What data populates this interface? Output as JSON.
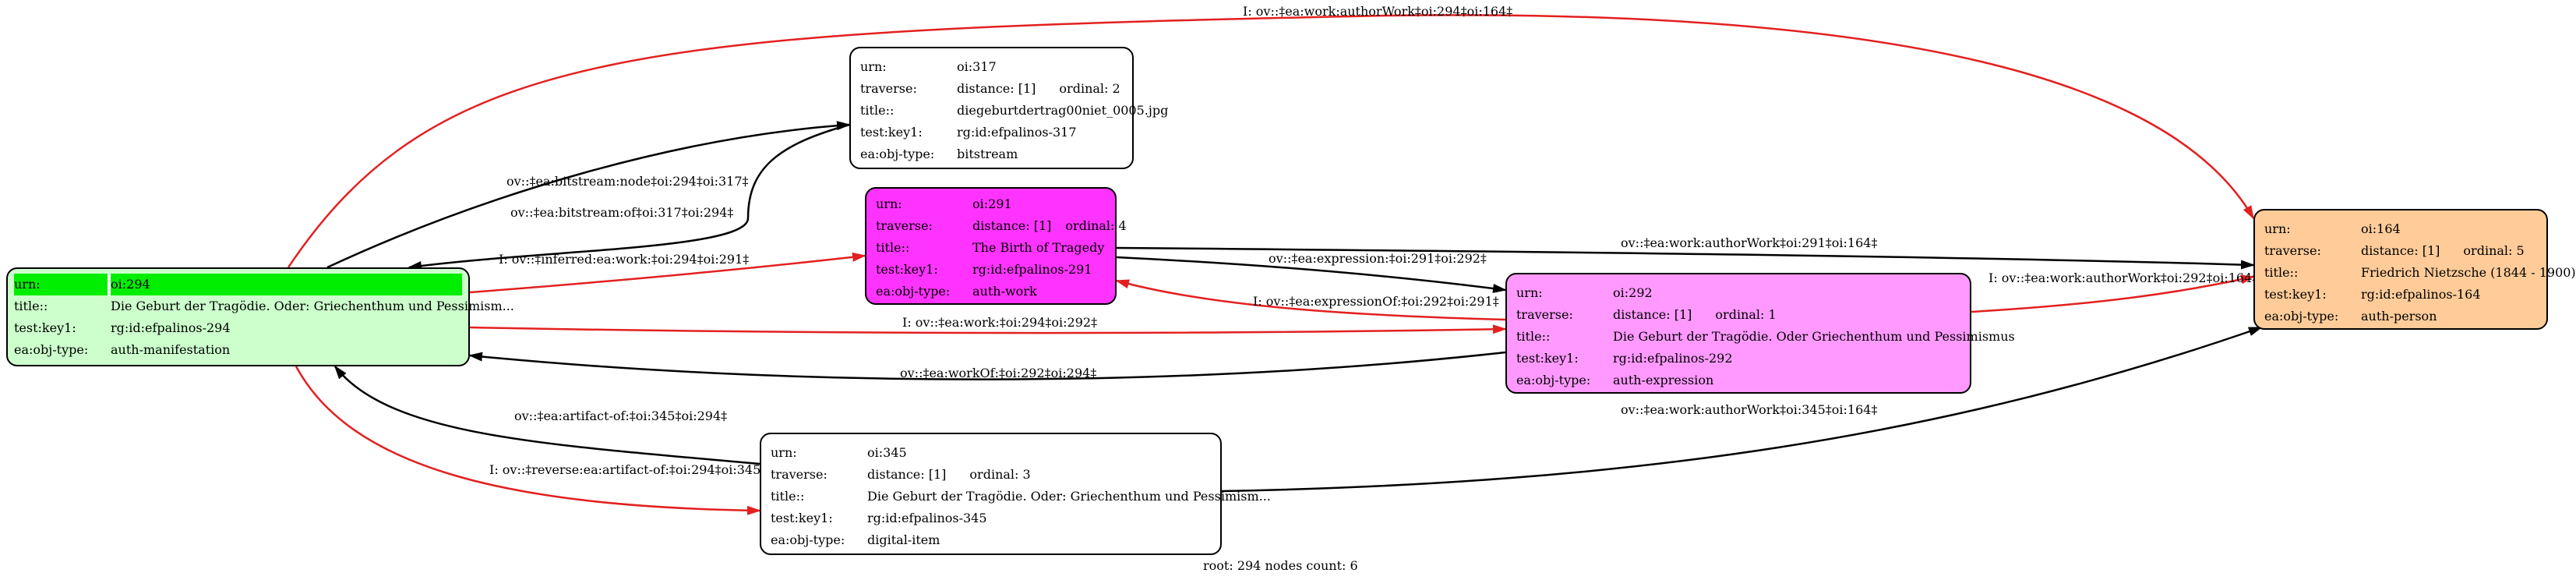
{
  "colors": {
    "manifestation": "#ccffcc",
    "manifestation_highlight": "#00ee00",
    "bitstream": "#ffffff",
    "work": "#ff33ff",
    "expression": "#ff99ff",
    "person": "#ffcc99",
    "digital_item": "#ffffff",
    "edge_black": "#000000",
    "edge_red": "#e32020"
  },
  "nodes": {
    "n294": {
      "urn_key": "urn:",
      "urn_val": "oi:294",
      "title_key": "title::",
      "title_val": "Die Geburt der Tragödie. Oder: Griechenthum und Pessimism...",
      "testkey_key": "test:key1:",
      "testkey_val": "rg:id:efpalinos-294",
      "type_key": "ea:obj-type:",
      "type_val": "auth-manifestation"
    },
    "n317": {
      "urn_key": "urn:",
      "urn_val": "oi:317",
      "traverse_key": "traverse:",
      "distance": "distance: [1]",
      "ordinal": "ordinal: 2",
      "title_key": "title::",
      "title_val": "diegeburtdertrag00niet_0005.jpg",
      "testkey_key": "test:key1:",
      "testkey_val": "rg:id:efpalinos-317",
      "type_key": "ea:obj-type:",
      "type_val": "bitstream"
    },
    "n291": {
      "urn_key": "urn:",
      "urn_val": "oi:291",
      "traverse_key": "traverse:",
      "distance": "distance: [1]",
      "ordinal": "ordinal: 4",
      "title_key": "title::",
      "title_val": "The Birth of Tragedy",
      "testkey_key": "test:key1:",
      "testkey_val": "rg:id:efpalinos-291",
      "type_key": "ea:obj-type:",
      "type_val": "auth-work"
    },
    "n292": {
      "urn_key": "urn:",
      "urn_val": "oi:292",
      "traverse_key": "traverse:",
      "distance": "distance: [1]",
      "ordinal": "ordinal: 1",
      "title_key": "title::",
      "title_val": "Die Geburt der Tragödie. Oder Griechenthum und Pessimismus",
      "testkey_key": "test:key1:",
      "testkey_val": "rg:id:efpalinos-292",
      "type_key": "ea:obj-type:",
      "type_val": "auth-expression"
    },
    "n164": {
      "urn_key": "urn:",
      "urn_val": "oi:164",
      "traverse_key": "traverse:",
      "distance": "distance: [1]",
      "ordinal": "ordinal: 5",
      "title_key": "title::",
      "title_val": "Friedrich Nietzsche (1844 - 1900)",
      "testkey_key": "test:key1:",
      "testkey_val": "rg:id:efpalinos-164",
      "type_key": "ea:obj-type:",
      "type_val": "auth-person"
    },
    "n345": {
      "urn_key": "urn:",
      "urn_val": "oi:345",
      "traverse_key": "traverse:",
      "distance": "distance: [1]",
      "ordinal": "ordinal: 3",
      "title_key": "title::",
      "title_val": "Die Geburt der Tragödie. Oder: Griechenthum und Pessimism...",
      "testkey_key": "test:key1:",
      "testkey_val": "rg:id:efpalinos-345",
      "type_key": "ea:obj-type:",
      "type_val": "digital-item"
    }
  },
  "edges": {
    "e_294_164_work": "I: ov::‡ea:work:authorWork‡oi:294‡oi:164‡",
    "e_294_317_node": "ov::‡ea:bitstream:node‡oi:294‡oi:317‡",
    "e_317_294_of": "ov::‡ea:bitstream:of‡oi:317‡oi:294‡",
    "e_294_291_inferred": "I: ov::‡inferred:ea:work:‡oi:294‡oi:291‡",
    "e_291_164_author": "ov::‡ea:work:authorWork‡oi:291‡oi:164‡",
    "e_291_292_expression": "ov::‡ea:expression:‡oi:291‡oi:292‡",
    "e_292_291_expressionof": "I: ov::‡ea:expressionOf:‡oi:292‡oi:291‡",
    "e_292_164_author": "I: ov::‡ea:work:authorWork‡oi:292‡oi:164‡",
    "e_294_292_work": "I: ov::‡ea:work:‡oi:294‡oi:292‡",
    "e_292_294_workof": "ov::‡ea:workOf:‡oi:292‡oi:294‡",
    "e_345_164_author": "ov::‡ea:work:authorWork‡oi:345‡oi:164‡",
    "e_345_294_artifact": "ov::‡ea:artifact-of:‡oi:345‡oi:294‡",
    "e_294_345_reverse": "I: ov::‡reverse:ea:artifact-of:‡oi:294‡oi:345‡"
  },
  "footer": "root: 294 nodes count: 6"
}
